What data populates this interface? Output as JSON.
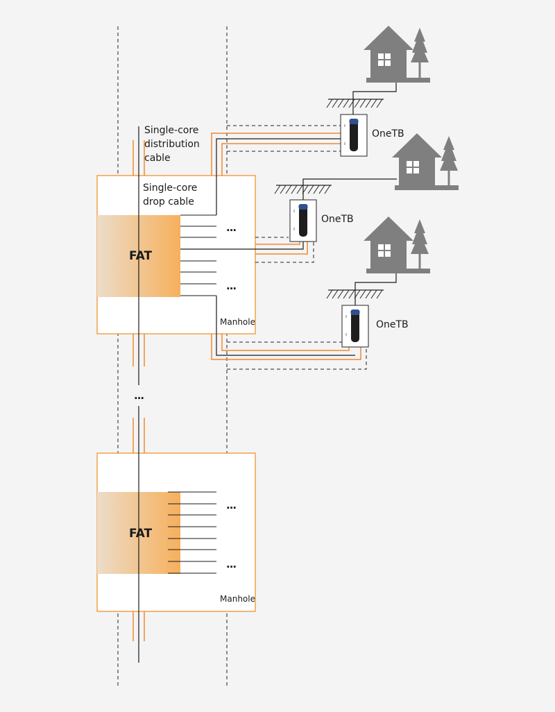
{
  "labels": {
    "distribution_cable": [
      "Single-core",
      "distribution",
      "cable"
    ],
    "drop_cable": [
      "Single-core",
      "drop cable"
    ],
    "fat_1": "FAT",
    "fat_2": "FAT",
    "manhole_1": "Manhole",
    "manhole_2": "Manhole",
    "onetb_1": "OneTB",
    "onetb_2": "OneTB",
    "onetb_3": "OneTB",
    "ellipsis": "..."
  },
  "colors": {
    "background": "#f4f4f4",
    "box_border": "#f2a04a",
    "orange_cable": "#ef8a2e",
    "black_cable": "#1a1a1a",
    "fat_gradient_from": "#ecdcc8",
    "fat_gradient_to": "#f6b05c",
    "house_gray": "#7f7f7f",
    "onetb_dark": "#1e1e1e",
    "onetb_cap": "#2f4f8f"
  },
  "icons": [
    "house-icon",
    "tree-icon",
    "ground-hatch-icon",
    "onetb-terminal-icon"
  ]
}
